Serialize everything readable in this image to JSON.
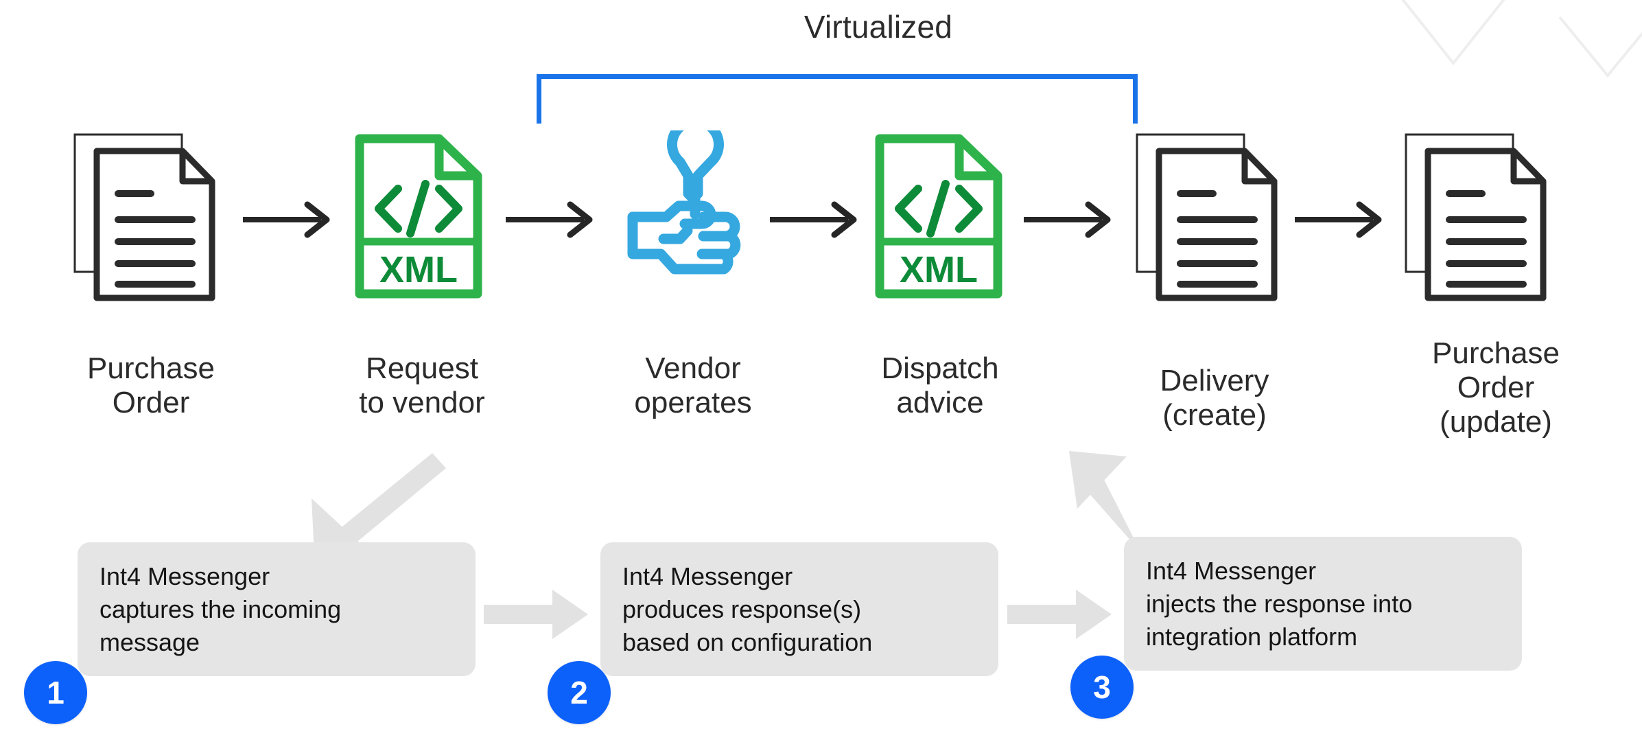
{
  "diagram": {
    "bracket_label": "Virtualized",
    "bracket_color": "#1a73e8",
    "accent_blue": "#0d61fb",
    "xml_green": "#2eb34a",
    "vendor_blue": "#35a8e0",
    "doc_black": "#2b2b2b",
    "grey_arrow": "#e2e2e2",
    "box_fill": "#e5e5e5"
  },
  "flow": {
    "nodes": [
      {
        "id": "purchase-order",
        "icon": "documents-icon",
        "label": "Purchase\nOrder"
      },
      {
        "id": "request-to-vendor",
        "icon": "xml-file-icon",
        "label": "Request\nto vendor"
      },
      {
        "id": "vendor-operates",
        "icon": "hand-wrench-icon",
        "label": "Vendor\noperates"
      },
      {
        "id": "dispatch-advice",
        "icon": "xml-file-icon",
        "label": "Dispatch\nadvice"
      },
      {
        "id": "delivery-create",
        "icon": "documents-icon",
        "label": "Delivery\n(create)"
      },
      {
        "id": "purchase-order-update",
        "icon": "documents-icon",
        "label": "Purchase\nOrder\n(update)"
      }
    ]
  },
  "steps": [
    {
      "number": "1",
      "text": "Int4 Messenger\ncaptures the incoming\nmessage"
    },
    {
      "number": "2",
      "text": "Int4 Messenger\nproduces response(s)\nbased on configuration"
    },
    {
      "number": "3",
      "text": "Int4 Messenger\ninjects the response into\nintegration platform"
    }
  ],
  "xml_icon": {
    "label": "XML",
    "code_glyph": "</>"
  }
}
